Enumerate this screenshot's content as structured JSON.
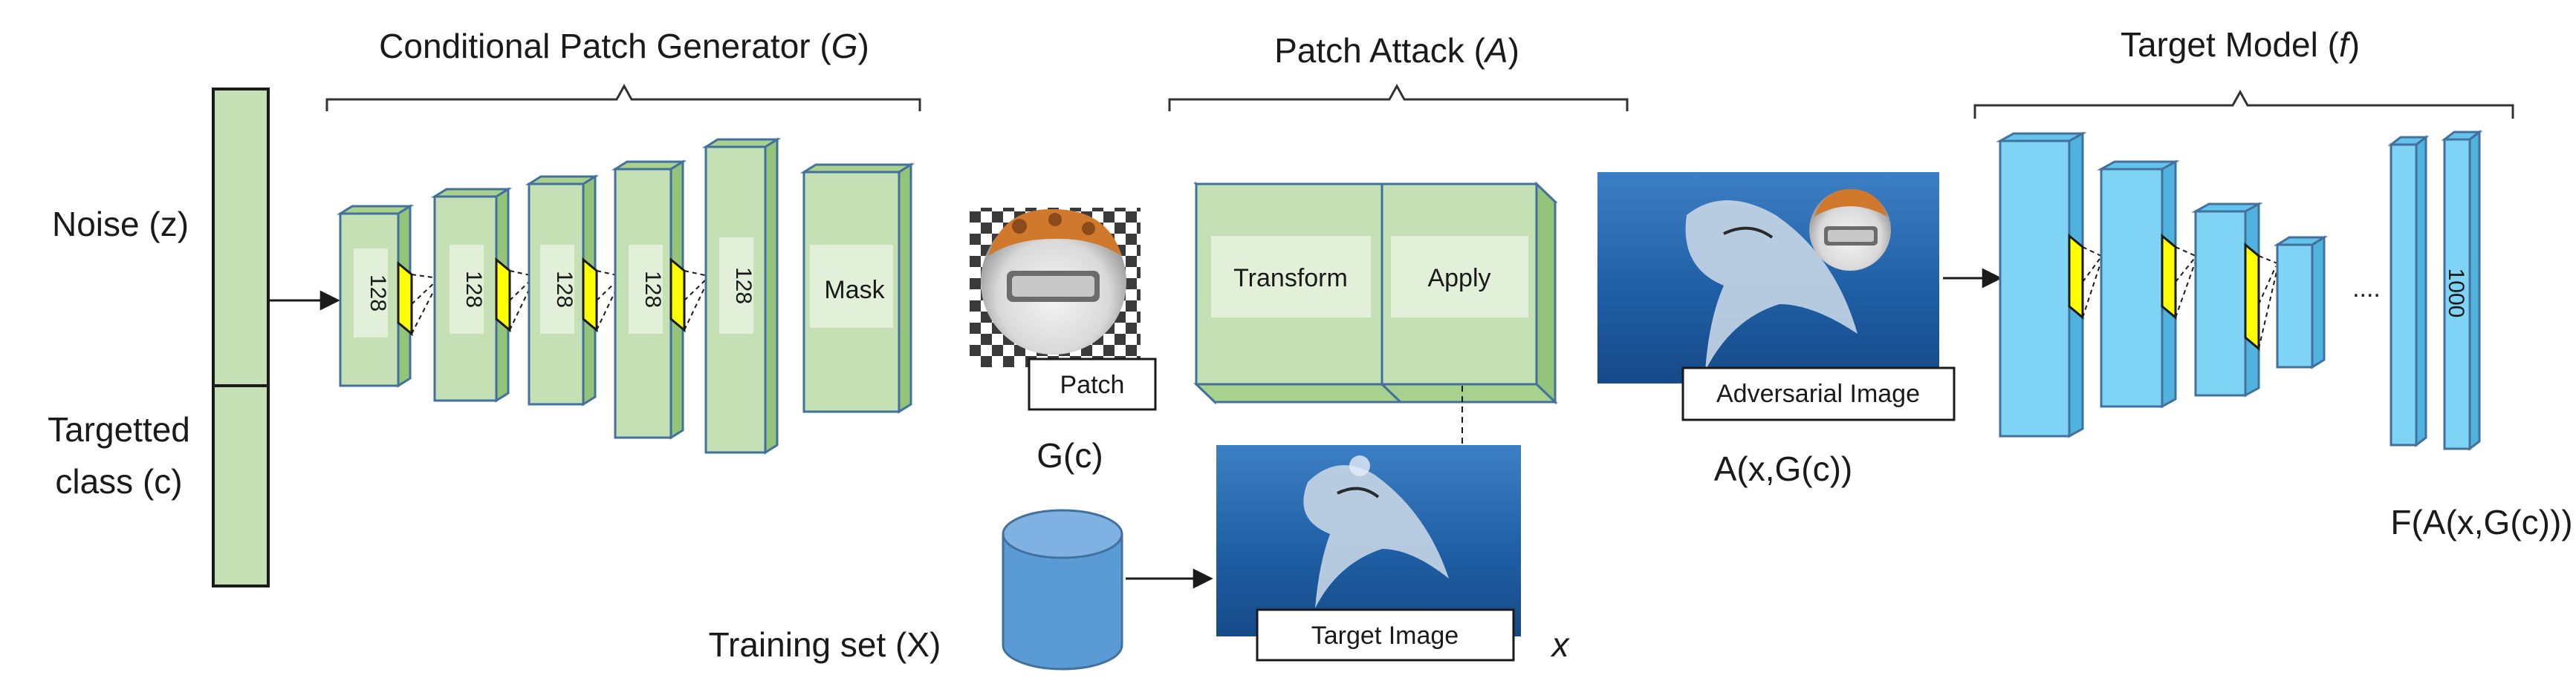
{
  "headers": {
    "generator": "Conditional Patch Generator (",
    "generator_sym": "G",
    "attack": "Patch Attack (",
    "attack_sym": "A",
    "target": "Target Model (",
    "target_sym": "f",
    "close": ")"
  },
  "inputs": {
    "noise": "Noise (z)",
    "class_line1": "Targetted",
    "class_line2": "class (c)"
  },
  "generator": {
    "layers": [
      "128",
      "128",
      "128",
      "128",
      "128"
    ],
    "mask": "Mask"
  },
  "patch": {
    "label": "Patch",
    "formula": "G(c)"
  },
  "attack": {
    "transform": "Transform",
    "apply": "Apply"
  },
  "training": {
    "label": "Training set (X)",
    "target_image": "Target Image",
    "x_symbol": "x"
  },
  "adversarial": {
    "label": "Adversarial Image",
    "formula": "A(x,G(c))"
  },
  "target_model": {
    "ellipsis": "....",
    "output_units": "1000",
    "formula": "F(A(x,G(c)))"
  },
  "colors": {
    "generator_fill": "#c5e0b4",
    "classifier_fill": "#7fd4f5",
    "outline": "#41719c",
    "kernel": "#ffff00",
    "cylinder": "#5b9bd5",
    "sea": "#1f5fa6"
  }
}
